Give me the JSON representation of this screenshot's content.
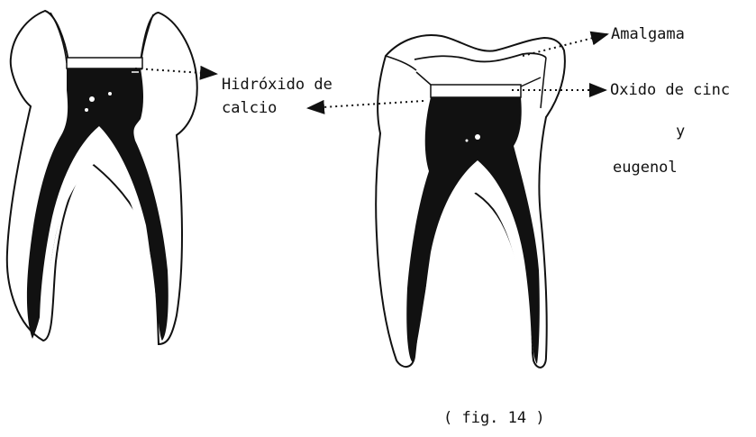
{
  "labels": {
    "hidroxido_line1": "Hidróxido de",
    "hidroxido_line2": "calcio",
    "amalgama": "Amalgama",
    "oxido_line1": "Oxido de cinc",
    "oxido_line2": "y",
    "oxido_line3": "eugenol",
    "caption": "( fig. 14 )"
  },
  "colors": {
    "ink": "#111111",
    "paper": "#ffffff"
  }
}
